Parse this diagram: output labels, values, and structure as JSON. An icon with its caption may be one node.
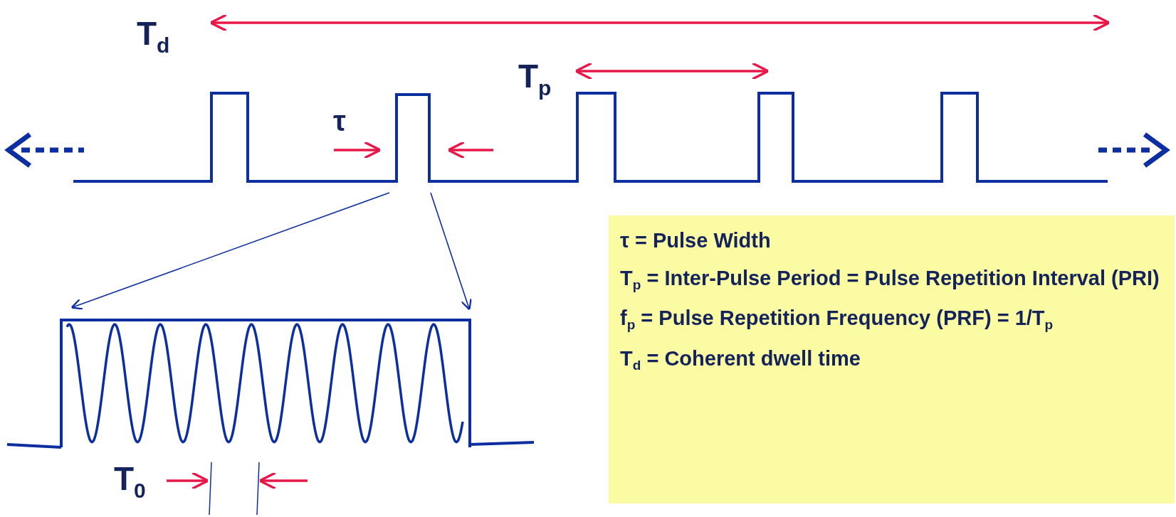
{
  "diagram": {
    "nodes": [
      {
        "text": [
          "τ = Pulse Width",
          "T$_{p}$ = Inter-Pulse Period = Pulse Repetition Interval (PRI)",
          "f$_{p}$ = Pulse Repetition Frequency (PRF) = 1/T$_{p}$",
          "T$_{d}$ = Coherent dwell time"
        ]
      },
      {
        "text": [],
        "shape": "bar"
      },
      {
        "text": [],
        "shape": "picture"
      }
    ],
    "edges": [
      {
        "from": 1,
        "to": 2,
        "arrow": "to"
      },
      {
        "from": 1,
        "to": 2,
        "arrow": "to"
      }
    ],
    "labels": [
      "T$_{d}$",
      "T$_{p}$",
      "τ",
      "T$_{0}$"
    ]
  }
}
